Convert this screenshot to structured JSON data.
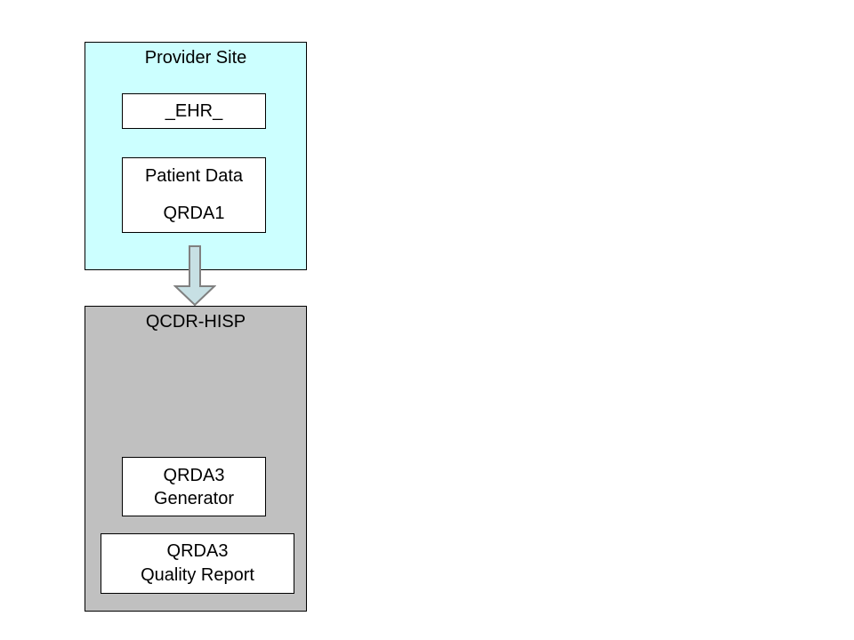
{
  "colors": {
    "slide_background": "#ffffff",
    "provider_site_fill": "#ccffff",
    "qcdr_hisp_fill": "#c0c0c0",
    "inner_box_fill": "#ffffff",
    "box_border": "#000000",
    "arrow_fill": "#c7e0e4",
    "arrow_outline": "#808080",
    "text": "#000000"
  },
  "provider_site": {
    "title": "Provider Site",
    "ehr": {
      "label": "_EHR_"
    },
    "patient_data": {
      "line1": "Patient Data",
      "line2": "QRDA1"
    }
  },
  "flow_arrow": {
    "icon": "down-block-arrow",
    "direction": "down",
    "from": "Patient Data QRDA1",
    "to": "QCDR-HISP"
  },
  "qcdr_hisp": {
    "title": "QCDR-HISP",
    "generator": {
      "line1": "QRDA3",
      "line2": "Generator"
    },
    "quality_report": {
      "line1": "QRDA3",
      "line2": "Quality Report"
    }
  }
}
